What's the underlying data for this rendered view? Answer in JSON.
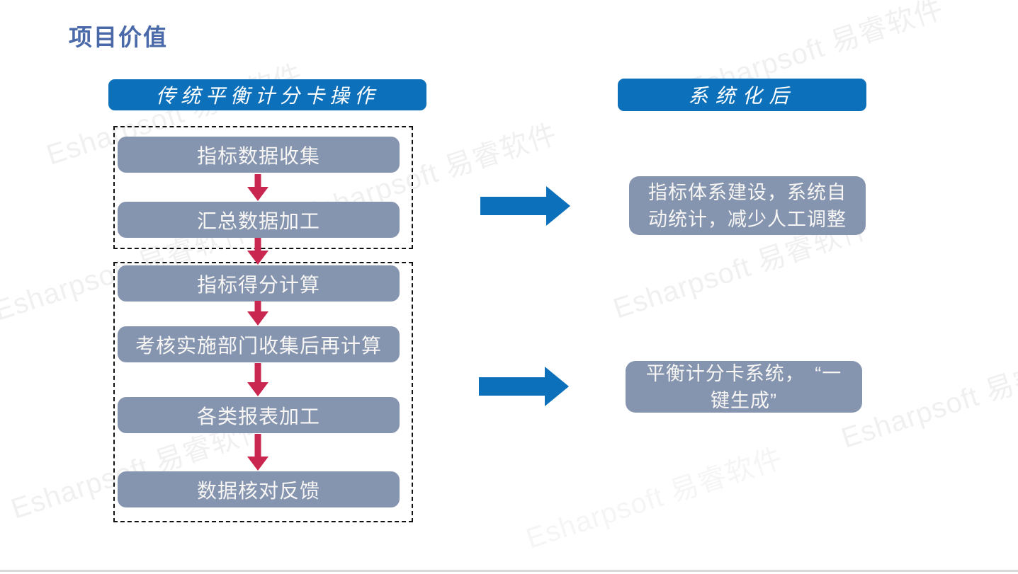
{
  "slide": {
    "title": "项目价值"
  },
  "watermark": {
    "text": "Esharpsoft 易睿软件"
  },
  "left_column": {
    "header": "传统平衡计分卡操作",
    "groups": [
      {
        "steps": [
          "指标数据收集",
          "汇总数据加工"
        ]
      },
      {
        "steps": [
          "指标得分计算",
          "考核实施部门收集后再计算",
          "各类报表加工",
          "数据核对反馈"
        ]
      }
    ]
  },
  "right_column": {
    "header": "系统化后",
    "results": [
      {
        "lines": [
          "指标体系建设，系统自",
          "动统计，减少人工调整"
        ]
      },
      {
        "lines": [
          "平衡计分卡系统，　“一",
          "键生成”"
        ]
      }
    ]
  },
  "colors": {
    "title_blue": "#4a69a8",
    "header_blue": "#0c70ba",
    "box_gray_blue": "#8695af",
    "flow_arrow_red": "#c9274f",
    "right_arrow_blue": "#0c70ba",
    "watermark_gray": "#e9e9e9"
  }
}
